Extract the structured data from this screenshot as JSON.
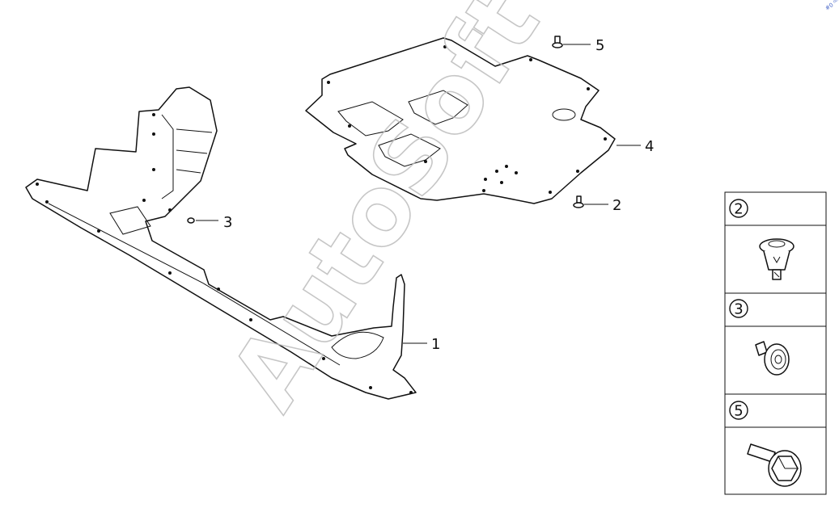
{
  "callouts": [
    {
      "id": "part-1",
      "label": "1"
    },
    {
      "id": "part-2",
      "label": "2"
    },
    {
      "id": "part-3",
      "label": "3"
    },
    {
      "id": "part-4",
      "label": "4"
    },
    {
      "id": "part-5",
      "label": "5"
    }
  ],
  "legend": [
    {
      "label": "2",
      "icon": "push-rivet-clip-icon"
    },
    {
      "label": "3",
      "icon": "screw-grommet-icon"
    },
    {
      "label": "5",
      "icon": "flange-bolt-icon"
    }
  ],
  "watermark": "AutoSoft",
  "corner_mark": "#0 ⁰⁰⁰"
}
